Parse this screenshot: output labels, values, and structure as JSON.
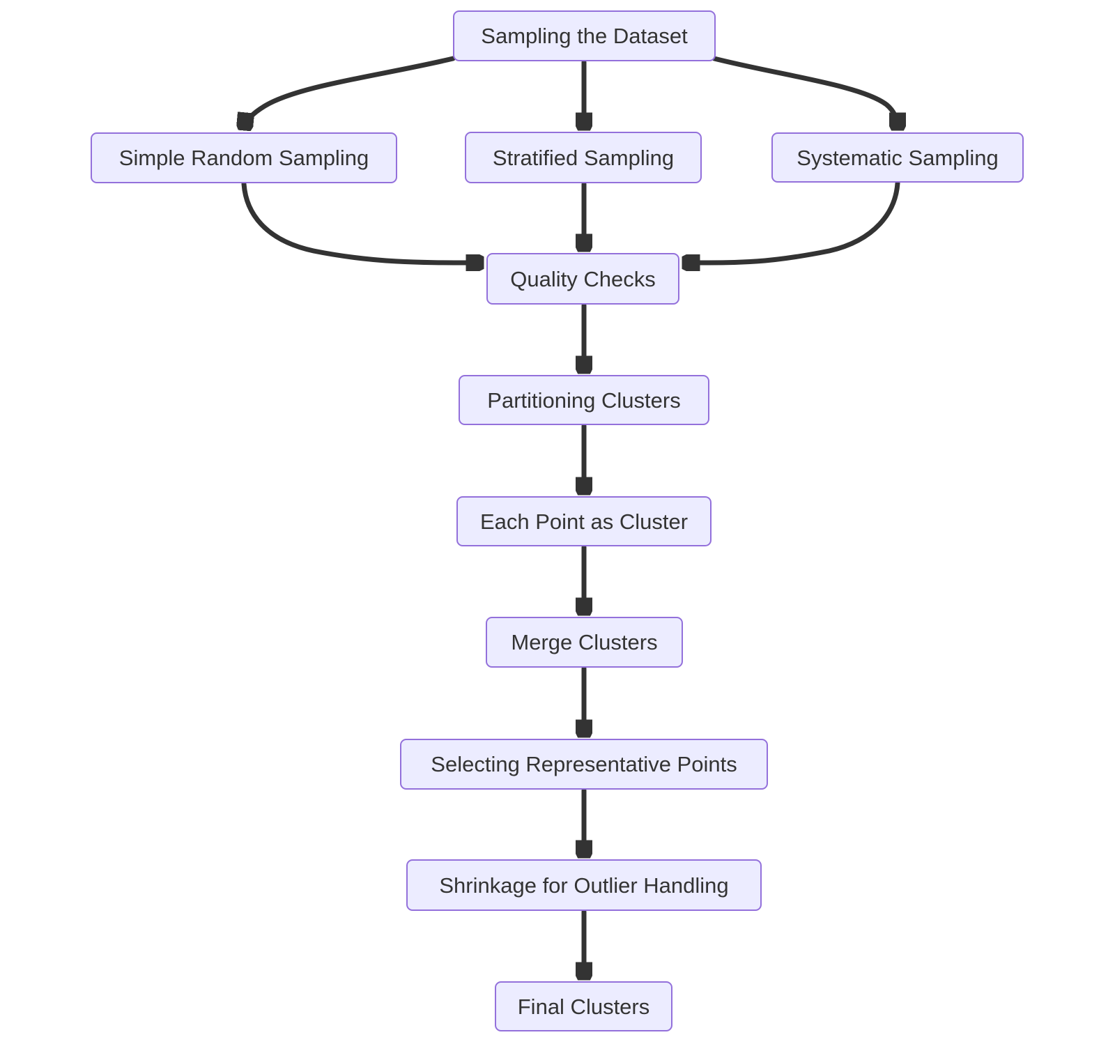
{
  "diagram": {
    "type": "flowchart",
    "direction": "top-down",
    "colors": {
      "background": "#FFFFFF",
      "node_fill": "#ECECFF",
      "node_border": "#9370DB",
      "edge": "#333333",
      "text": "#333333"
    },
    "nodes": [
      {
        "id": "sampling-the-dataset",
        "label": "Sampling the Dataset"
      },
      {
        "id": "simple-random-sampling",
        "label": "Simple Random Sampling"
      },
      {
        "id": "stratified-sampling",
        "label": "Stratified Sampling"
      },
      {
        "id": "systematic-sampling",
        "label": "Systematic Sampling"
      },
      {
        "id": "quality-checks",
        "label": "Quality Checks"
      },
      {
        "id": "partitioning-clusters",
        "label": "Partitioning Clusters"
      },
      {
        "id": "each-point-as-cluster",
        "label": "Each Point as Cluster"
      },
      {
        "id": "merge-clusters",
        "label": "Merge Clusters"
      },
      {
        "id": "selecting-representative-points",
        "label": "Selecting Representative Points"
      },
      {
        "id": "shrinkage-for-outlier-handling",
        "label": "Shrinkage for Outlier Handling"
      },
      {
        "id": "final-clusters",
        "label": "Final Clusters"
      }
    ],
    "edges": [
      {
        "from": "sampling-the-dataset",
        "to": "simple-random-sampling"
      },
      {
        "from": "sampling-the-dataset",
        "to": "stratified-sampling"
      },
      {
        "from": "sampling-the-dataset",
        "to": "systematic-sampling"
      },
      {
        "from": "simple-random-sampling",
        "to": "quality-checks"
      },
      {
        "from": "stratified-sampling",
        "to": "quality-checks"
      },
      {
        "from": "systematic-sampling",
        "to": "quality-checks"
      },
      {
        "from": "quality-checks",
        "to": "partitioning-clusters"
      },
      {
        "from": "partitioning-clusters",
        "to": "each-point-as-cluster"
      },
      {
        "from": "each-point-as-cluster",
        "to": "merge-clusters"
      },
      {
        "from": "merge-clusters",
        "to": "selecting-representative-points"
      },
      {
        "from": "selecting-representative-points",
        "to": "shrinkage-for-outlier-handling"
      },
      {
        "from": "shrinkage-for-outlier-handling",
        "to": "final-clusters"
      }
    ]
  }
}
